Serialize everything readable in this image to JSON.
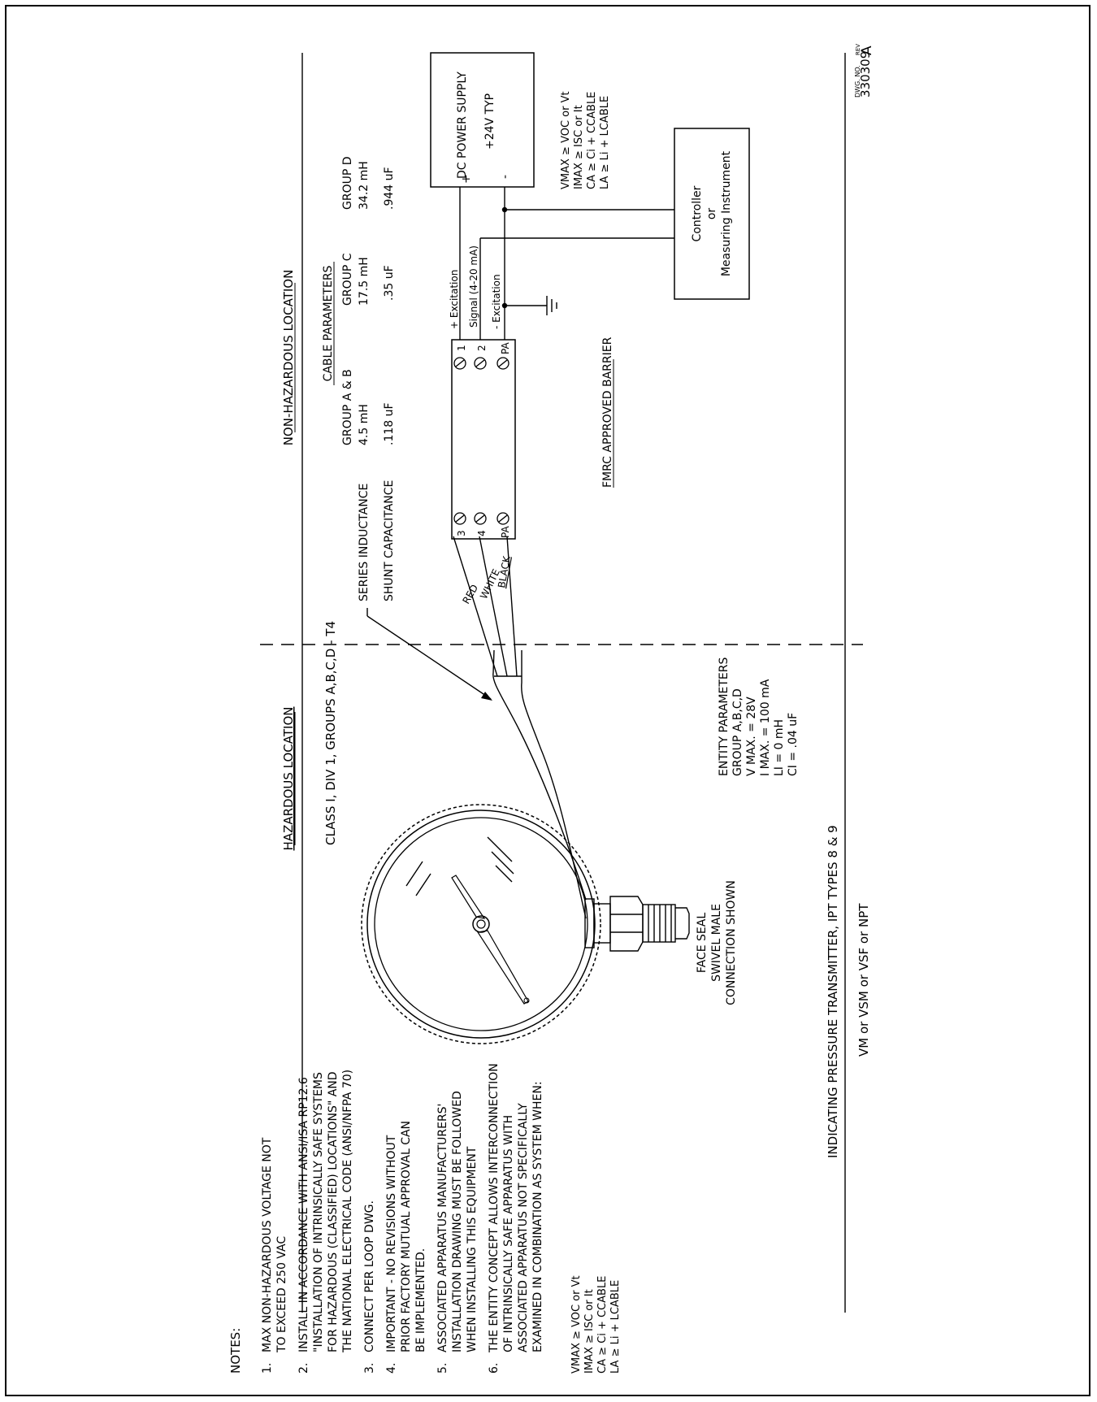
{
  "notes": {
    "heading": "NOTES:",
    "items": [
      {
        "num": "1.",
        "lines": [
          "MAX NON-HAZARDOUS VOLTAGE NOT",
          "TO EXCEED 250 VAC"
        ]
      },
      {
        "num": "2.",
        "lines": [
          "INSTALL IN ACCORDANCE WITH ANSI/ISA RP12.6",
          "\"INSTALLATION OF INTRINSICALLY SAFE SYSTEMS",
          "FOR HAZARDOUS (CLASSIFIED) LOCATIONS\" AND",
          "THE NATIONAL ELECTRICAL CODE (ANSI/NFPA 70)"
        ]
      },
      {
        "num": "3.",
        "lines": [
          "CONNECT PER  LOOP DWG."
        ]
      },
      {
        "num": "4.",
        "lines": [
          "IMPORTANT - NO REVISIONS WITHOUT",
          "PRIOR FACTORY MUTUAL APPROVAL CAN",
          "BE IMPLEMENTED."
        ]
      },
      {
        "num": "5.",
        "lines": [
          "ASSOCIATED APPARATUS MANUFACTURERS'",
          "INSTALLATION DRAWING MUST BE FOLLOWED",
          "WHEN INSTALLING THIS EQUIPMENT"
        ]
      },
      {
        "num": "6.",
        "lines": [
          "THE ENTITY CONCEPT ALLOWS INTERCONNECTION",
          "OF INTRINSICALLY SAFE APPARATUS WITH",
          "ASSOCIATED APPARATUS NOT SPECIFICALLY",
          "EXAMINED IN COMBINATION AS SYSTEM WHEN:"
        ]
      }
    ],
    "entity_eqs": [
      "VMAX ≥ VOC or Vt",
      "IMAX ≥ ISC or It",
      "CA ≥ Ci + CCABLE",
      "LA ≥ Li + LCABLE"
    ]
  },
  "hazardous": {
    "title": "HAZARDOUS LOCATION",
    "class_text": "CLASS I, DIV 1, GROUPS A,B,C,D - T4"
  },
  "gauge": {
    "connection_lines": [
      "FACE SEAL",
      "SWIVEL MALE",
      "CONNECTION SHOWN"
    ],
    "entity_params": [
      "ENTITY PARAMETERS",
      "GROUP A,B,C,D",
      "V MAX. = 28V",
      "I MAX. = 100 mA",
      "LI = 0 mH",
      "CI = .04 uF"
    ]
  },
  "product": {
    "title": "INDICATING PRESSURE TRANSMITTER, IPT TYPES 8 & 9",
    "models": "VM or VSM or VSF or NPT"
  },
  "non_hazardous": {
    "title": "NON-HAZARDOUS LOCATION",
    "cable_title": "CABLE PARAMETERS",
    "row_labels": [
      "SERIES INDUCTANCE",
      "SHUNT CAPACITANCE"
    ],
    "groups": [
      {
        "name": "GROUP A & B",
        "inductance": "4.5 mH",
        "capacitance": ".118 uF"
      },
      {
        "name": "GROUP C",
        "inductance": "17.5 mH",
        "capacitance": ".35 uF"
      },
      {
        "name": "GROUP D",
        "inductance": "34.2 mH",
        "capacitance": ".944 uF"
      }
    ]
  },
  "wires": [
    "RED",
    "WHITE",
    "BLACK"
  ],
  "barrier": {
    "label": "FMRC APPROVED BARRIER",
    "hazardous_terminals": [
      "3",
      "4",
      "PA"
    ],
    "safe_terminals": [
      "1",
      "2",
      "PA"
    ]
  },
  "connections": [
    "+ Excitation",
    "Signal (4-20 mA)",
    "- Excitation"
  ],
  "power_supply": {
    "lines": [
      "DC POWER SUPPLY",
      "+24V TYP"
    ],
    "plus": "+",
    "minus": "-"
  },
  "controller": {
    "lines": [
      "Controller",
      "or",
      "Measuring Instrument"
    ]
  },
  "right_eqs": [
    "VMAX ≥ VOC or Vt",
    "IMAX ≥ ISC or It",
    "CA ≥ Ci + CCABLE",
    "LA ≥ Li + LCABLE"
  ],
  "title_block": {
    "dwg_label": "DWG. NO.",
    "dwg_no": "330309",
    "rev_label": "REV",
    "rev": "A"
  }
}
